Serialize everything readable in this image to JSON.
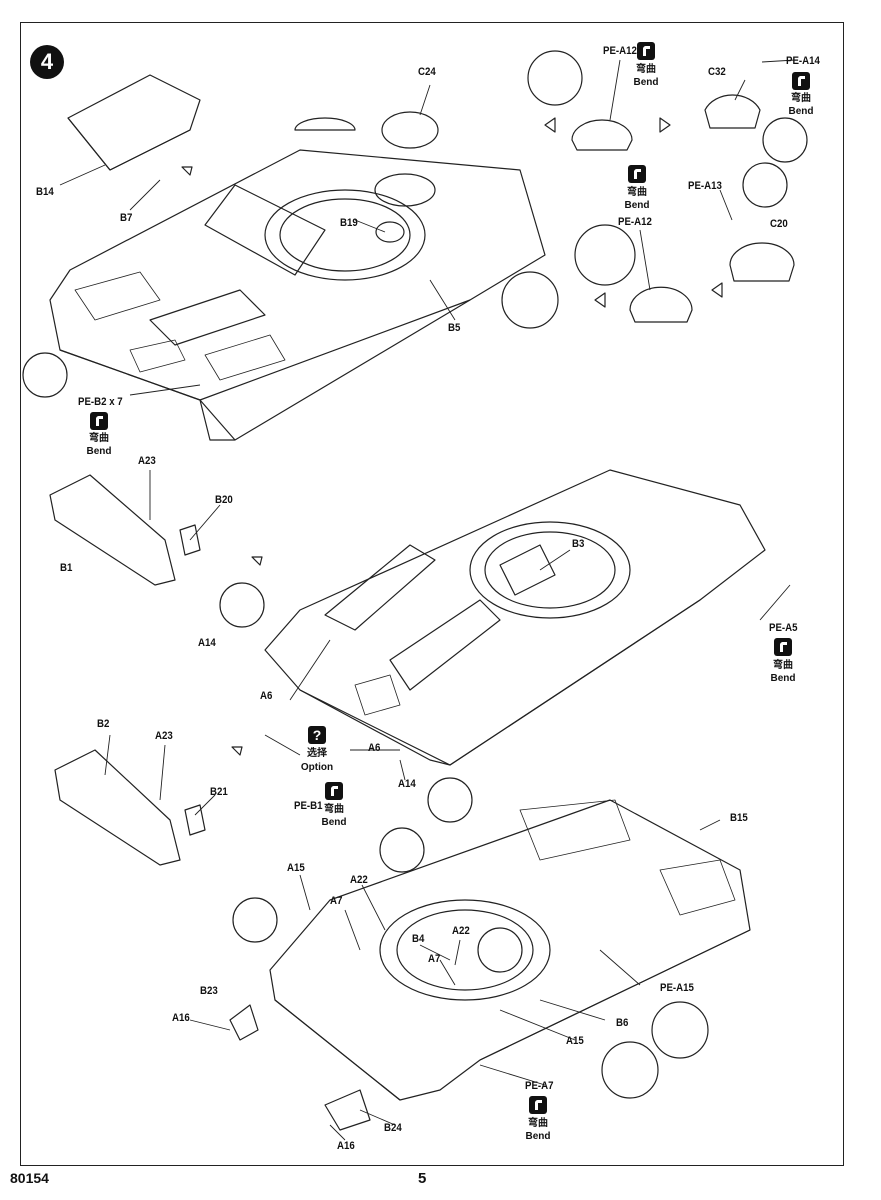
{
  "step_number": "4",
  "footer": {
    "code": "80154",
    "page": "5"
  },
  "labels": {
    "B14": "B14",
    "B7": "B7",
    "C24": "C24",
    "B19": "B19",
    "B5": "B5",
    "PE_A12_top": "PE-A12",
    "C32": "C32",
    "PE_A14": "PE-A14",
    "PE_A13": "PE-A13",
    "C20": "C20",
    "PE_A12_mid": "PE-A12",
    "PE_B2x7": "PE-B2 x 7",
    "A23_1": "A23",
    "B20": "B20",
    "B1": "B1",
    "B3": "B3",
    "A14_1": "A14",
    "A6_1": "A6",
    "A6_2": "A6",
    "PE_A5": "PE-A5",
    "B2": "B2",
    "A23_2": "A23",
    "B21": "B21",
    "PE_B1": "PE-B1",
    "A14_2": "A14",
    "B15": "B15",
    "A15_1": "A15",
    "A22_1": "A22",
    "A7_1": "A7",
    "B4": "B4",
    "A22_2": "A22",
    "A7_2": "A7",
    "PE_A15": "PE-A15",
    "B23": "B23",
    "A16_1": "A16",
    "B6": "B6",
    "A15_2": "A15",
    "PE_A7": "PE-A7",
    "B24": "B24",
    "A16_2": "A16"
  },
  "bend_text": {
    "zh": "弯曲",
    "en": "Bend"
  },
  "option_text": {
    "zh": "选择",
    "en": "Option"
  },
  "icons": {
    "bend": "bend-icon",
    "option": "question-icon"
  }
}
